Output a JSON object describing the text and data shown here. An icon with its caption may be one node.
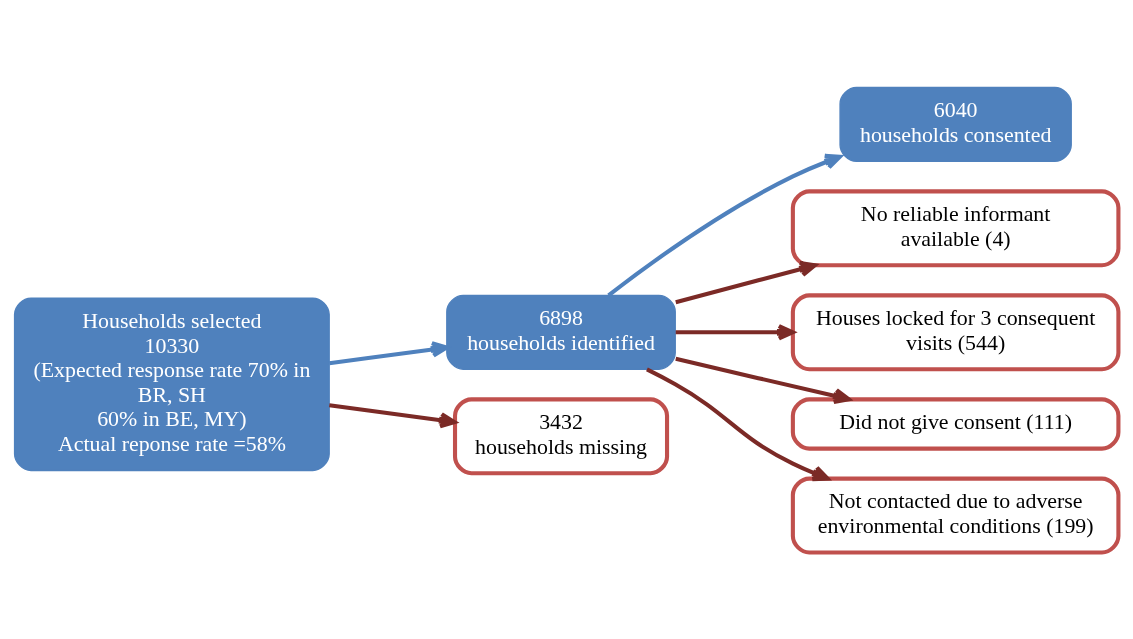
{
  "diagram": {
    "nodes": [
      {
        "text": [
          "Households selected",
          "10330",
          "(Expected response rate 70% in BR, SH",
          "60% in BE, MY)",
          "Actual reponse rate =58%"
        ]
      },
      {
        "text": [
          "6898",
          "households identified"
        ]
      },
      {
        "text": [
          "3432",
          "households missing"
        ]
      },
      {
        "text": [
          "6040",
          "households consented"
        ]
      },
      {
        "text": [
          "No reliable informant available (4)"
        ]
      },
      {
        "text": [
          "Houses locked for 3 consequent visits (544)"
        ]
      },
      {
        "text": [
          "Did not give consent (111)"
        ]
      },
      {
        "text": [
          "Not contacted due to adverse environmental conditions (199)"
        ]
      }
    ],
    "edges": [
      {
        "from": 0,
        "to": 1,
        "arrow": "to",
        "color": "#4f81bd"
      },
      {
        "from": 0,
        "to": 2,
        "arrow": "to"
      },
      {
        "from": 1,
        "to": 3,
        "arrow": "to",
        "color": "#4f81bd"
      },
      {
        "from": 1,
        "to": 4,
        "arrow": "to"
      },
      {
        "from": 1,
        "to": 5,
        "arrow": "to"
      },
      {
        "from": 1,
        "to": 6,
        "arrow": "to"
      },
      {
        "from": 1,
        "to": 7,
        "arrow": "to"
      }
    ]
  }
}
